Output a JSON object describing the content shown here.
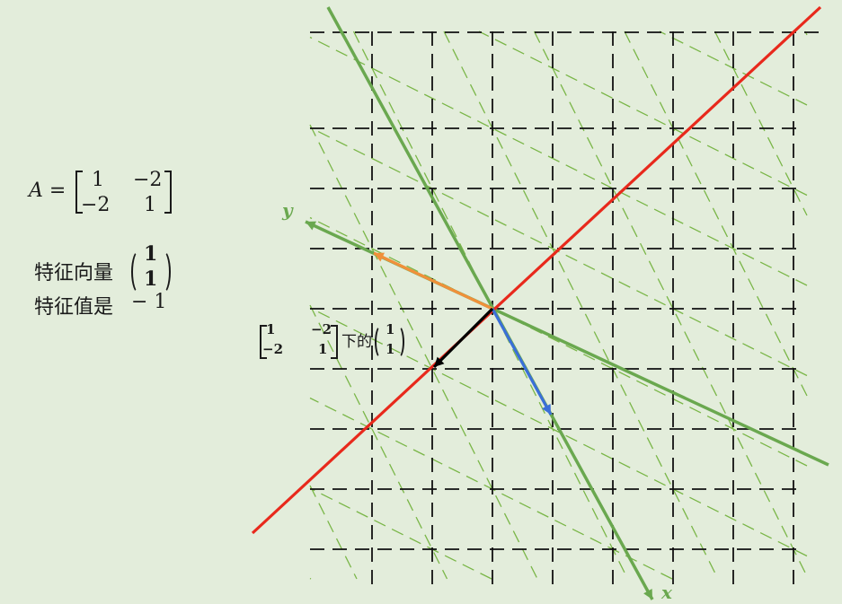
{
  "matrix": {
    "label": "A =",
    "a11": "1",
    "a12": "−2",
    "a21": "−2",
    "a22": "1"
  },
  "eigen": {
    "vector_label": "特征向量",
    "v1": "1",
    "v2": "1",
    "value_label": "特征值是",
    "value": "− 1"
  },
  "annotation": {
    "m11": "1",
    "m12": "−2",
    "m21": "−2",
    "m22": "1",
    "middle": "下的",
    "v1": "1",
    "v2": "1"
  },
  "axes": {
    "x_label": "x",
    "y_label": "y"
  },
  "colors": {
    "background": "#e3eddb",
    "grid": "#111111",
    "transformed_grid": "#7ab648",
    "transformed_axes": "#6aa84f",
    "eigen_line": "#e8291c",
    "basis_x": "#3a6fd8",
    "basis_y": "#f0903a",
    "image_vector": "#000000"
  }
}
